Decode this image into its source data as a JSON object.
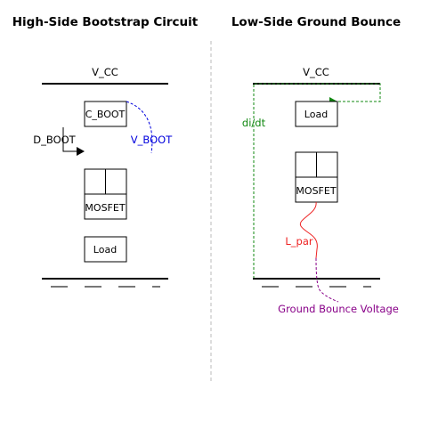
{
  "left_panel": {
    "title": "High-Side Bootstrap Circuit",
    "rail_label": "V_CC",
    "cboot_label": "C_BOOT",
    "dboot_label": "D_BOOT",
    "vboot_label": "V_BOOT",
    "mosfet_label": "MOSFET",
    "load_label": "Load"
  },
  "right_panel": {
    "title": "Low-Side Ground Bounce",
    "rail_label": "V_CC",
    "load_label": "Load",
    "didt_label": "di/dt",
    "mosfet_label": "MOSFET",
    "lpar_label": "L_par",
    "bounce_label": "Ground Bounce Voltage"
  },
  "colors": {
    "vboot": "#0000dd",
    "didt": "#118811",
    "lpar": "#ee2222",
    "bounce": "#880088",
    "divider": "#bbbbbb",
    "ground": "#777777"
  }
}
